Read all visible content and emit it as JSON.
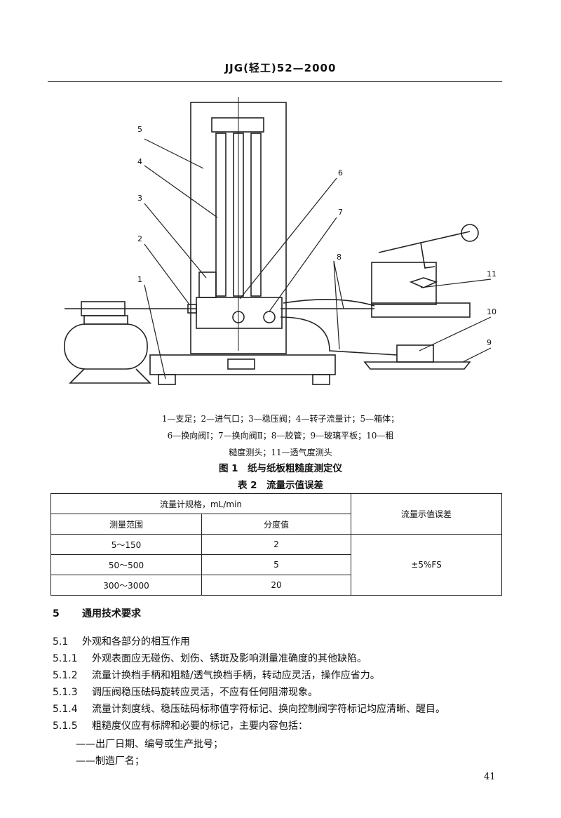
{
  "header": {
    "standard_code": "JJG(轻工)52—2000"
  },
  "figure": {
    "callouts": [
      "1",
      "2",
      "3",
      "4",
      "5",
      "6",
      "7",
      "8",
      "9",
      "10",
      "11"
    ],
    "legend_lines": [
      "1—支足；2—进气口；3—稳压阀；4—转子流量计；5—箱体；",
      "6—换向阀Ⅰ；7—换向阀Ⅱ；8—胶管；9—玻璃平板；10—粗",
      "糙度测头；11—透气度测头"
    ],
    "title": "图 1　纸与纸板粗糙度测定仪"
  },
  "table": {
    "title": "表 2　流量示值误差",
    "group_header": "流量计规格，mL/min",
    "col_range": "测量范围",
    "col_division": "分度值",
    "col_error": "流量示值误差",
    "rows": [
      {
        "range": "5～150",
        "division": "2"
      },
      {
        "range": "50～500",
        "division": "5"
      },
      {
        "range": "300～3000",
        "division": "20"
      }
    ],
    "error_value": "±5%FS"
  },
  "sections": [
    {
      "num": "5",
      "text": "通用技术要求"
    },
    {
      "num": "5.1",
      "text": "外观和各部分的相互作用"
    },
    {
      "num": "5.1.1",
      "text": "外观表面应无碰伤、划伤、锈斑及影响测量准确度的其他缺陷。"
    },
    {
      "num": "5.1.2",
      "text": "流量计换档手柄和粗糙/透气换档手柄，转动应灵活，操作应省力。"
    },
    {
      "num": "5.1.3",
      "text": "调压阀稳压砝码旋转应灵活，不应有任何阻滞现象。"
    },
    {
      "num": "5.1.4",
      "text": "流量计刻度线、稳压砝码标称值字符标记、换向控制阀字符标记均应清晰、醒目。"
    },
    {
      "num": "5.1.5",
      "text": "粗糙度仪应有标牌和必要的标记，主要内容包括："
    }
  ],
  "list_items": [
    "——出厂日期、编号或生产批号；",
    "——制造厂名；"
  ],
  "page_number": "41"
}
